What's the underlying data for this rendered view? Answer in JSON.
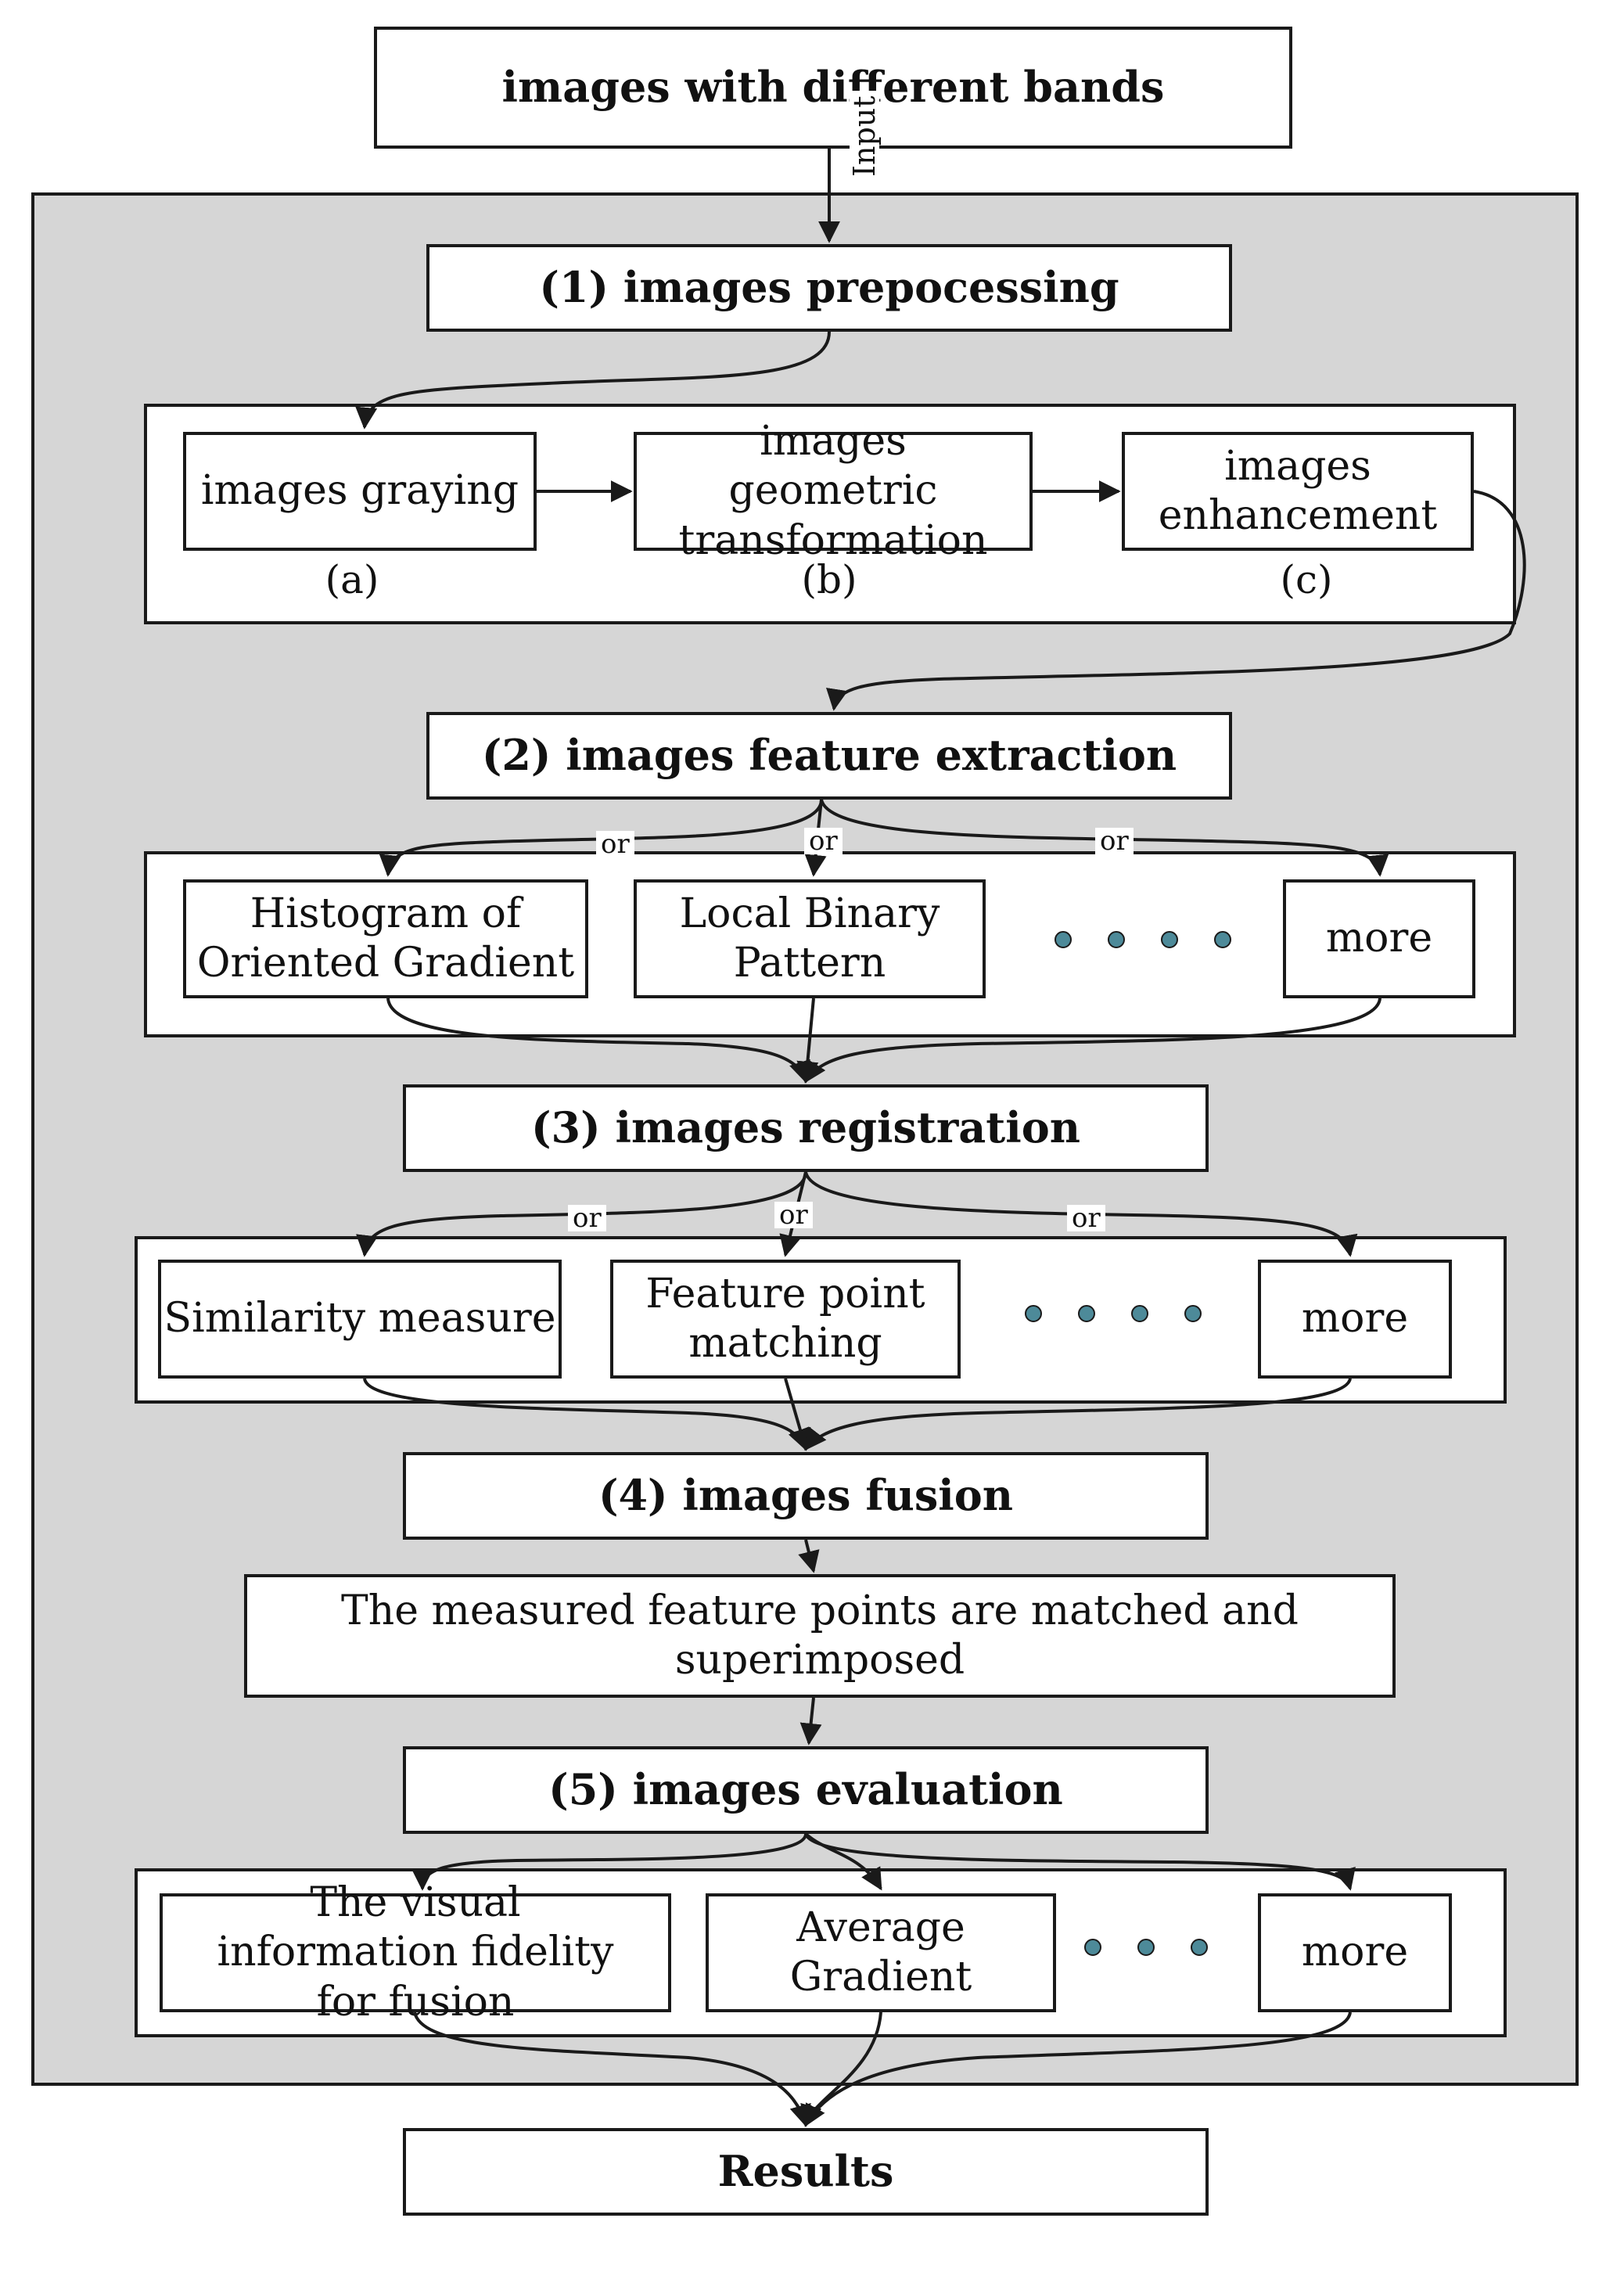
{
  "input_box": "images with different bands",
  "input_tag": "Input",
  "steps": {
    "s1": "(1) images prepocessing",
    "s2": "(2) images feature extraction",
    "s3": "(3) images registration",
    "s4": "(4) images fusion",
    "s5": "(5) images evaluation",
    "results": "Results"
  },
  "preprocessing": {
    "a": {
      "text": "images graying",
      "label": "(a)"
    },
    "b": {
      "text": "images geometric transformation",
      "label": "(b)"
    },
    "c": {
      "text": "images enhancement",
      "label": "(c)"
    }
  },
  "feature": {
    "hog": "Histogram of Oriented Gradient",
    "lbp": "Local Binary Pattern",
    "more": "more"
  },
  "registration": {
    "similarity": "Similarity measure",
    "fpm": "Feature point matching",
    "more": "more"
  },
  "fusion_note": "The measured feature points are matched and superimposed",
  "evaluation": {
    "vif": "The visual information fidelity for fusion",
    "ag": "Average Gradient",
    "more": "more"
  },
  "or_label": "or",
  "colors": {
    "panel": "#d6d6d6",
    "stroke": "#1a1a1a",
    "dot": "#4d8a99"
  }
}
